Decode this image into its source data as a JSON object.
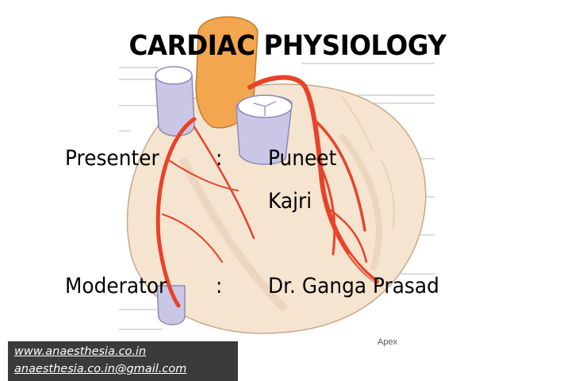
{
  "slide": {
    "title": "CARDIAC PHYSIOLOGY",
    "presenter": {
      "label": "Presenter",
      "separator": ":",
      "name_line1": "Puneet",
      "name_line2": "Kajri"
    },
    "moderator": {
      "label": "Moderator",
      "separator": ":",
      "name": "Dr. Ganga Prasad"
    },
    "figure_label": "Apex",
    "footer": {
      "website": "www.anaesthesia.co.in",
      "email": "anaesthesia.co.in@gmail.com"
    }
  },
  "colors": {
    "heart_fill": "#f4e4d0",
    "artery_red": "#e8432a",
    "aorta_orange": "#f3a650",
    "vessel_lavender": "#c9c6e6",
    "footer_bg": "#3b3b3b"
  },
  "icons": {
    "background": "heart-anatomy-illustration"
  }
}
